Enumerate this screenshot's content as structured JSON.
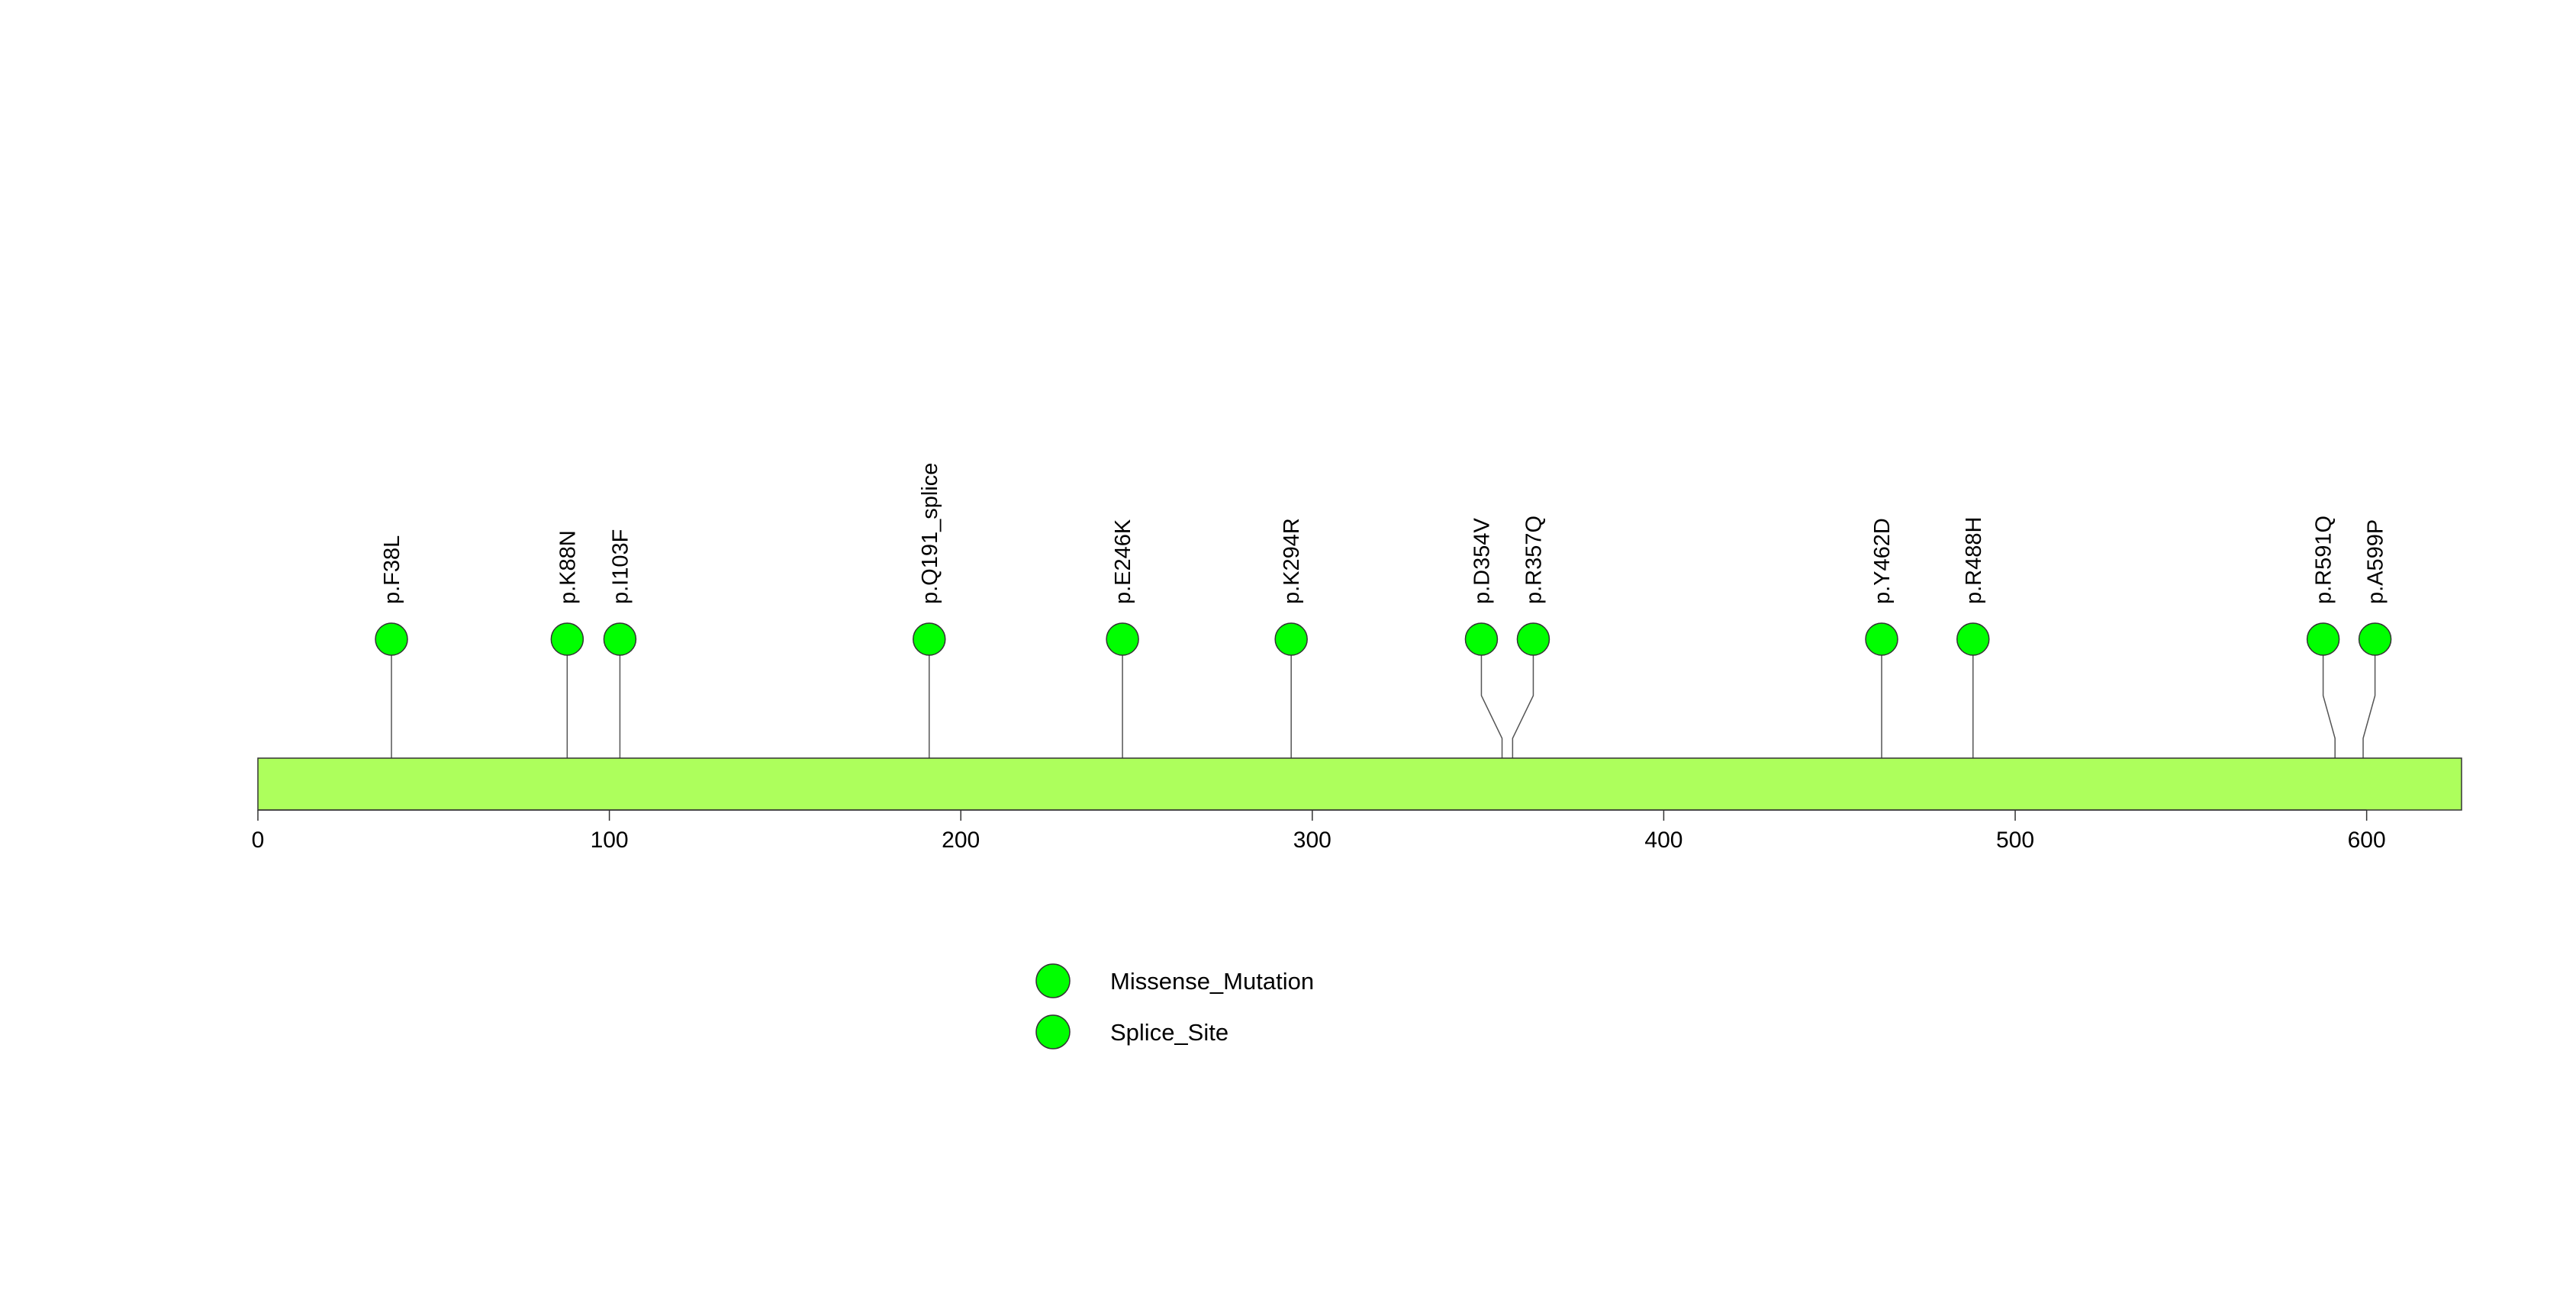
{
  "chart_data": {
    "type": "lollipop",
    "xlim": [
      0,
      627
    ],
    "xticks": [
      0,
      100,
      200,
      300,
      400,
      500,
      600
    ],
    "protein_bar_color": "#adff5c",
    "marker_color": "#00ff00",
    "mutations": [
      {
        "label": "p.F38L",
        "position": 38,
        "type": "Missense_Mutation"
      },
      {
        "label": "p.K88N",
        "position": 88,
        "type": "Missense_Mutation"
      },
      {
        "label": "p.I103F",
        "position": 103,
        "type": "Missense_Mutation"
      },
      {
        "label": "p.Q191_splice",
        "position": 191,
        "type": "Splice_Site"
      },
      {
        "label": "p.E246K",
        "position": 246,
        "type": "Missense_Mutation"
      },
      {
        "label": "p.K294R",
        "position": 294,
        "type": "Missense_Mutation"
      },
      {
        "label": "p.D354V",
        "position": 354,
        "type": "Missense_Mutation"
      },
      {
        "label": "p.R357Q",
        "position": 357,
        "type": "Missense_Mutation"
      },
      {
        "label": "p.Y462D",
        "position": 462,
        "type": "Missense_Mutation"
      },
      {
        "label": "p.R488H",
        "position": 488,
        "type": "Missense_Mutation"
      },
      {
        "label": "p.R591Q",
        "position": 591,
        "type": "Missense_Mutation"
      },
      {
        "label": "p.A599P",
        "position": 599,
        "type": "Missense_Mutation"
      }
    ],
    "legend": [
      {
        "label": "Missense_Mutation",
        "color": "#00ff00"
      },
      {
        "label": "Splice_Site",
        "color": "#00ff00"
      }
    ]
  }
}
